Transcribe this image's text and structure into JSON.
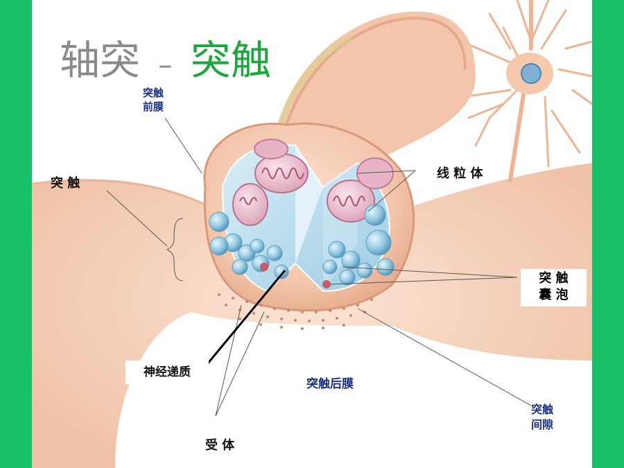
{
  "title": {
    "prefix": "轴突",
    "dash": "–",
    "suffix": "突触"
  },
  "labels": {
    "presynaptic_membrane": [
      "突触",
      "前膜"
    ],
    "synapse": "突 触",
    "mitochondria": "线 粒 体",
    "synaptic_vesicle": [
      "突 触",
      "囊 泡"
    ],
    "neurotransmitter": "神经递质",
    "postsynaptic_membrane": "突触后膜",
    "synaptic_cleft": [
      "突触",
      "间隙"
    ],
    "receptor": "受 体"
  },
  "colors": {
    "background_green": "#19c06a",
    "title_gray": "#8a8a8a",
    "title_green": "#1aa83c",
    "label_blue": "#1a2f86",
    "tissue": "#f6d2bd",
    "vesicle": "#8fc6e0"
  }
}
